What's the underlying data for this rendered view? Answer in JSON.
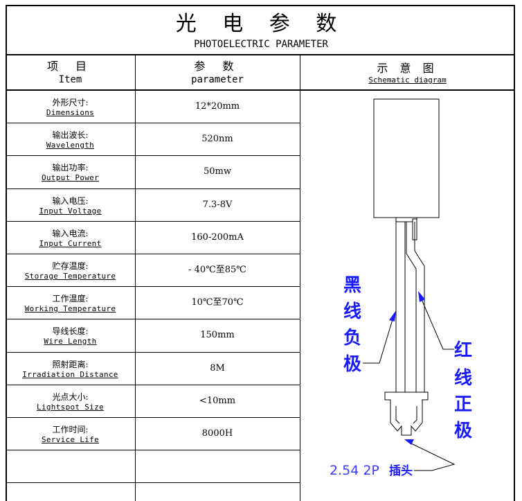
{
  "title": {
    "cn": "光 电 参 数",
    "en": "PHOTOELECTRIC PARAMETER"
  },
  "headers": {
    "item": {
      "cn": "项 目",
      "en": "Item"
    },
    "parameter": {
      "cn": "参 数",
      "en": "parameter"
    },
    "diagram": {
      "cn": "示 意 图",
      "en": "Schematic diagram"
    }
  },
  "rows": [
    {
      "cn": "外形尺寸:",
      "en": "Dimensions",
      "value": "12*20mm"
    },
    {
      "cn": "输出波长:",
      "en": "Wavelength",
      "value": "520nm"
    },
    {
      "cn": "输出功率:",
      "en": "Output Power",
      "value": "50mw"
    },
    {
      "cn": "输入电压:",
      "en": "Input Voltage",
      "value": "7.3-8V"
    },
    {
      "cn": "输入电流:",
      "en": "Input Current",
      "value": "160-200mA"
    },
    {
      "cn": "贮存温度:",
      "en": "Storage Temperature",
      "value": "- 40℃至85℃"
    },
    {
      "cn": "工作温度:",
      "en": "Working Temperature",
      "value": "10℃至70℃"
    },
    {
      "cn": "导线长度:",
      "en": "Wire Length",
      "value": "150mm"
    },
    {
      "cn": "照射距离:",
      "en": "Irradiation Distance",
      "value": "8M"
    },
    {
      "cn": "光点大小:",
      "en": "Lightspot Size",
      "value": "<10mm"
    },
    {
      "cn": "工作时间:",
      "en": "Service Life",
      "value": "8000H"
    }
  ],
  "diagram": {
    "black_label": [
      "黑",
      "线",
      "负",
      "极"
    ],
    "red_label": [
      "红",
      "线",
      "正",
      "极"
    ],
    "connector_label_num": "2.54 2P",
    "connector_label_cn": "插头",
    "accent_color": "#1a1aff"
  }
}
